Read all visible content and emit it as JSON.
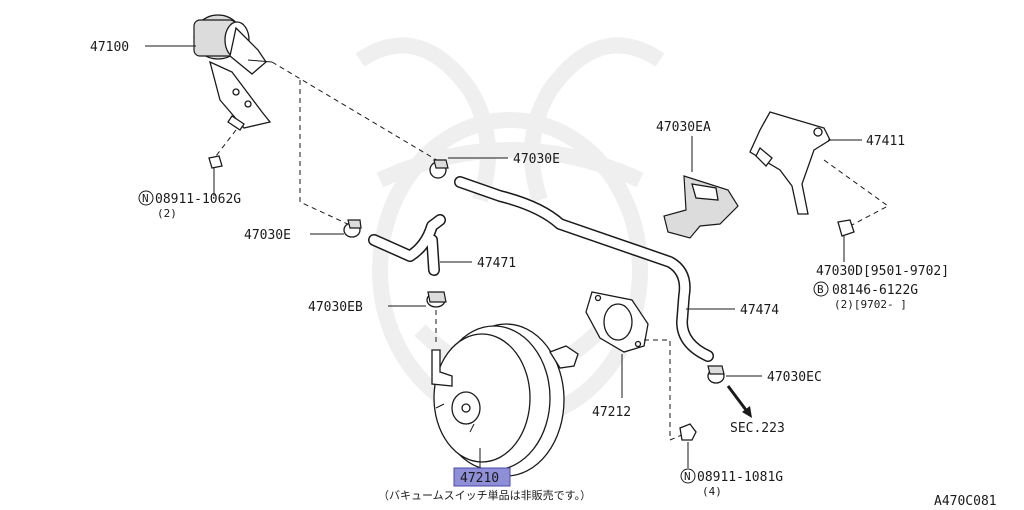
{
  "diagram_id": "A470C081",
  "parts": {
    "p47100": "47100",
    "p47030E_top": "47030E",
    "p47030E_left": "47030E",
    "p47030EA": "47030EA",
    "p47411": "47411",
    "p47471": "47471",
    "p47474": "47474",
    "p47030EB": "47030EB",
    "p47030EC": "47030EC",
    "p47212": "47212",
    "p47210": "47210",
    "p47030D": "47030D[9501-9702]",
    "sec": "SEC.223"
  },
  "fasteners": {
    "n1_symbol": "N",
    "n1_code": "08911-1062G",
    "n1_qty": "(2)",
    "b_symbol": "B",
    "b_code": "08146-6122G",
    "b_qty": "(2)[9702-     ]",
    "n2_symbol": "N",
    "n2_code": "08911-1081G",
    "n2_qty": "(4)"
  },
  "notes": {
    "footnote": "（バキュームスイッチ単品は非販売です。）"
  },
  "colors": {
    "line": "#1a1a1a",
    "highlight": "#8f8fd8",
    "watermark": "#efefef"
  }
}
